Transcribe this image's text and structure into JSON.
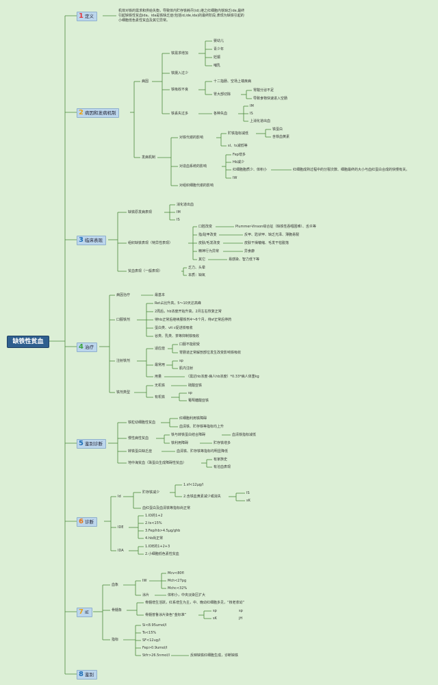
{
  "root": "缺铁性贫血",
  "sections": [
    {
      "num": "1",
      "label": "定义"
    },
    {
      "num": "2",
      "label": "病因和发病机制"
    },
    {
      "num": "3",
      "label": "临床表现"
    },
    {
      "num": "4",
      "label": "治疗"
    },
    {
      "num": "5",
      "label": "鉴别诊断"
    },
    {
      "num": "6",
      "label": "诊断"
    },
    {
      "num": "7",
      "label": "IE"
    },
    {
      "num": "8",
      "label": "鉴别"
    }
  ],
  "definition": [
    "机体对铁的需求和供给失衡，导致体内贮存铁耗尽(id),继之红细胞内铁缺乏ide,最终",
    "引起缺铁性贫血ida。ida是铁缺乏症(包括id,ide,ida)的最终阶段,表现为缺铁引起的",
    "小细胞低色素性贫血及其它异常。"
  ],
  "n": [
    "病因",
    "铁需求增加",
    "婴幼儿",
    "青少年",
    "妊娠",
    "哺乳",
    "铁摄入过少",
    "铁吸收不良",
    "十二指肠、空场上端疾病",
    "胃大部切除",
    "胃酸分泌不足",
    "导致食物快速进入空肠",
    "铁丢失过多",
    "各种失血",
    "IM",
    "IS",
    "上消化道出血",
    "发病机制",
    "对铁代谢的影响",
    "贮铁指标减低",
    "铁蛋白",
    "含铁血黄素",
    "sI、ts减低等",
    "对造血系统的影响",
    "Fep增多",
    "Hb减少",
    "红细胞胞质少、体积小",
    "红细胞成熟过程中的分裂次数、细胞最终的大小与血红蛋白合成的快慢有关。",
    "IW",
    "对组织细胞代谢的影响",
    "缺铁原发病表现",
    "消化道出血",
    "IM",
    "IS",
    "组织缺铁表现（特异性表现）",
    "口腔改变",
    "Plummer-Vinson综合征（缺铁性吞咽困难）、舌炎等",
    "指/趾甲改变",
    "反甲、匙状甲、缺乏光泽、薄脆易裂",
    "皮肤/毛发改变",
    "皮肤干燥皱缩、毛发干枯脱落",
    "精神行为异常",
    "异食癖",
    "其它",
    "易感染、智力低下等",
    "贫血表现（一般表现）",
    "乏力、头晕",
    "本质：缺氧",
    "病因治疗",
    "最基本",
    "口服铁剂",
    "Ret占比升高，5～10天达高峰",
    "2周后，hb浓度开始升高，2月左右恢复正常",
    "待hb正常后继续服铁剂4～6个月，待sf正常后停药",
    "蛋白类、vit c促进铁吸收",
    "谷类、乳类、茶等抑制铁吸收",
    "注射铁剂",
    "适应症",
    "口服不能耐受",
    "胃肠道正常解剖部位发生改变影响铁吸收",
    "最常用",
    "sp",
    "肌内注射",
    "用量",
    "（需达hb浓度-病人hb浓度）*0.33*病人体重kg",
    "铁剂类型",
    "无机铁",
    "硫酸亚铁",
    "有机铁",
    "sp",
    "葡萄糖酸亚铁",
    "铁粒幼细胞性贫血",
    "红细胞利用铁障碍",
    "血清铁、贮存铁等指标均上升",
    "慢性病性贫血",
    "铁与转铁蛋白结合障碍",
    "血清铁指标减低",
    "铁利用障碍",
    "贮存铁增多",
    "转铁蛋白缺乏症",
    "血清铁、贮存铁等指标均明显降低",
    "地中海贫血（珠蛋白生成障碍性贫血）",
    "有家族史",
    "有溶血表现",
    "Id",
    "贮存铁减少",
    "1.sf<12μg/l",
    "2.含铁血黄素减少或消失",
    "IS",
    "sK",
    "血红蛋白及血清铁等指标尚正常",
    "IDE",
    "1.ID的1+2",
    "2.ts<15%",
    "3.Fep/hb>4.5μg/ghb",
    "4.hb尚正常",
    "IDA",
    "1.IDE的1+2+3",
    "2.小细胞低色素性贫血",
    "血象",
    "IW",
    "Mcv<80fl",
    "Mch<27pg",
    "Mchc<32%",
    "涂片",
    "体积小，中央淡染区扩大",
    "骨髓象",
    "骨髓增生活跃，红系增生为主，中、晚幼红细胞多见，“核老浆幼”",
    "骨髓普鲁涂片染色“金标准”",
    "sp",
    "sp",
    "sK",
    "jH",
    "指标",
    "Si<8.95umol/l",
    "Ts<15%",
    "SF<12ug/l",
    "Fep>0.9umol/l",
    "Stfr>26.5nmol/l",
    "反映缺铁红细胞生成，诊断缺铁"
  ]
}
